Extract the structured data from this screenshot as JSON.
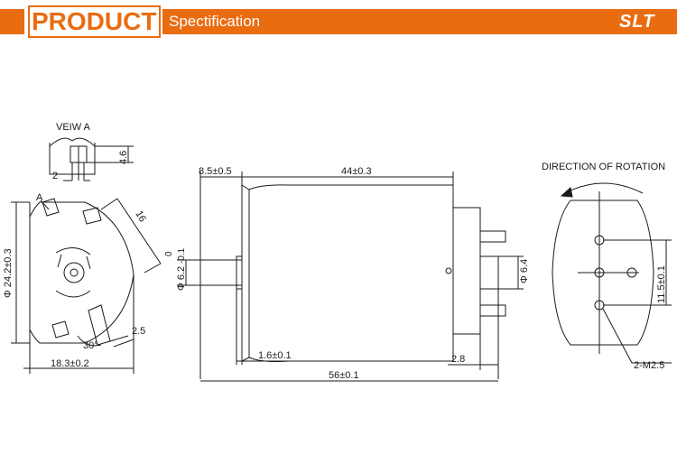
{
  "header": {
    "brand": "PRODUCT",
    "section": "Spectification",
    "logo": "SLT",
    "accent_color": "#ea6c11"
  },
  "drawing": {
    "view_a_label": "VEIW A",
    "view_a_dim_width": "2",
    "view_a_dim_height": "4.6",
    "marker_a": "A",
    "dim_diameter_body": "Φ 24.2±0.3",
    "dim_16": "16",
    "dim_angle": "30°",
    "dim_2_5": "2.5",
    "dim_width_end": "18.3±0.2",
    "dim_front": "8.5±0.5",
    "dim_body_length": "44±0.3",
    "dim_shaft_tol_upper": "0",
    "dim_shaft_tol_lower": "-0.1",
    "dim_shaft": "Φ 6.2",
    "dim_boss": "Φ 6.4",
    "dim_1_6": "1.6±0.1",
    "dim_2_8": "2.8",
    "dim_total": "56±0.1",
    "rotation_label": "DIRECTION OF ROTATION",
    "dim_hole_spacing": "11.5±0.1",
    "hole_callout": "2-M2.5"
  }
}
